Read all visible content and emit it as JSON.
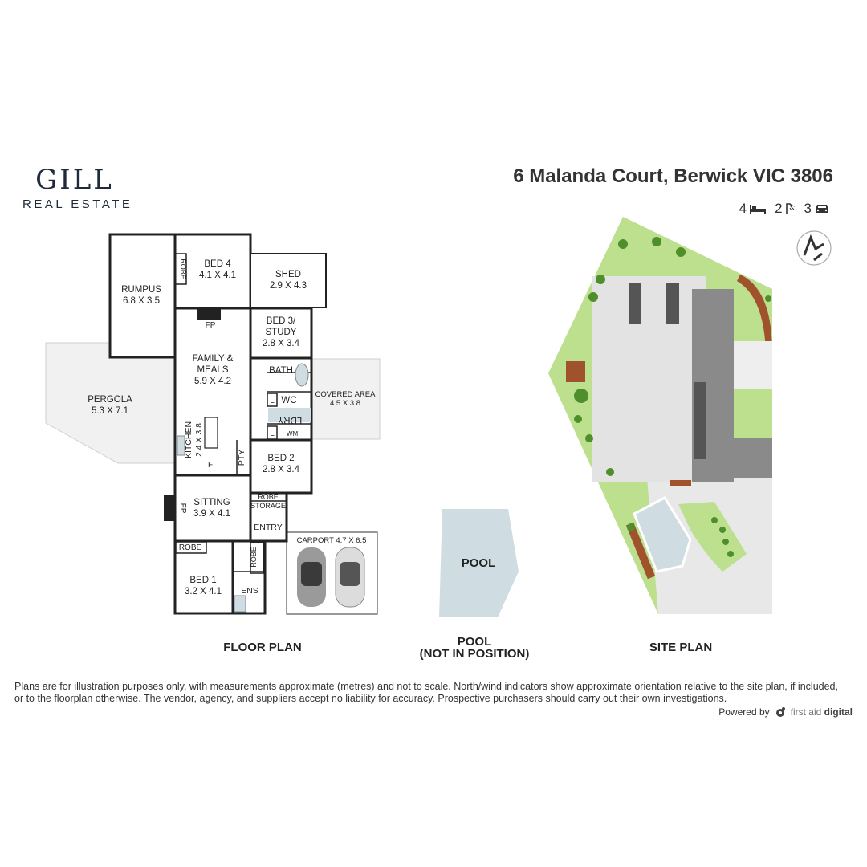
{
  "brand": {
    "logo_top": "GILL",
    "logo_bottom": "REAL ESTATE"
  },
  "header": {
    "address": "6 Malanda Court, Berwick VIC 3806"
  },
  "features": {
    "beds": "4",
    "baths": "2",
    "cars": "3",
    "bed_icon": "bed-icon",
    "bath_icon": "bath-icon",
    "car_icon": "car-icon",
    "north_icon": "north-arrow-icon"
  },
  "floor_plan": {
    "rooms": {
      "rumpus": {
        "name": "RUMPUS",
        "size": "6.8 X 3.5"
      },
      "bed4": {
        "name": "BED 4",
        "size": "4.1 X 4.1"
      },
      "robe_bed4": {
        "name": "ROBE"
      },
      "shed": {
        "name": "SHED",
        "size": "2.9 X 4.3"
      },
      "fp_family": {
        "name": "FP"
      },
      "bed3": {
        "name": "BED 3/",
        "name2": "STUDY",
        "size": "2.8 X 3.4"
      },
      "family": {
        "name": "FAMILY &",
        "name2": "MEALS",
        "size": "5.9 X 4.2"
      },
      "pergola": {
        "name": "PERGOLA",
        "size": "5.3 X 7.1"
      },
      "bath": {
        "name": "BATH"
      },
      "covered": {
        "name": "COVERED AREA",
        "size": "4.5 X 3.8"
      },
      "wc": {
        "name": "WC"
      },
      "l1": {
        "name": "L"
      },
      "ldry": {
        "name": "LDRY"
      },
      "l2": {
        "name": "L"
      },
      "wm": {
        "name": "WM"
      },
      "kitchen": {
        "name": "KITCHEN",
        "size": "2.4 X 3.8"
      },
      "fridge": {
        "name": "F"
      },
      "pty": {
        "name": "PTY"
      },
      "bed2": {
        "name": "BED 2",
        "size": "2.8 X 3.4"
      },
      "sitting": {
        "name": "SITTING",
        "size": "3.9 X 4.1"
      },
      "fp_sitting": {
        "name": "FP"
      },
      "robe_storage": {
        "name": "ROBE"
      },
      "storage": {
        "name": "STORAGE"
      },
      "entry": {
        "name": "ENTRY"
      },
      "carport": {
        "name": "CARPORT 4.7 X 6.5"
      },
      "robe_bed1": {
        "name": "ROBE"
      },
      "robe_ens": {
        "name": "ROBE"
      },
      "bed1": {
        "name": "BED 1",
        "size": "3.2 X 4.1"
      },
      "ens": {
        "name": "ENS"
      }
    }
  },
  "pool": {
    "name": "POOL"
  },
  "captions": {
    "floor_plan": "FLOOR PLAN",
    "pool_line1": "POOL",
    "pool_line2": "(NOT IN POSITION)",
    "site_plan": "SITE PLAN"
  },
  "disclaimer": {
    "line1": "Plans are for illustration purposes only, with measurements approximate (metres) and not to scale. North/wind indicators show approximate orientation relative to the site plan, if included,",
    "line2": "or to the floorplan otherwise. The vendor, agency, and suppliers accept no liability for accuracy. Prospective purchasers should carry out their own investigations."
  },
  "powered": {
    "label": "Powered by",
    "brand": "first aid",
    "brand2": "digital"
  },
  "colors": {
    "wall": "#222222",
    "shed_fill": "#ffffff",
    "pergola_fill": "#f1f1f1",
    "pool_fill": "#cfdde2",
    "lawn": "#bde08f",
    "roof_light": "#e3e3e3",
    "roof_dark": "#8a8a8a",
    "deck": "#a0522d",
    "tree": "#4e8f2c"
  }
}
